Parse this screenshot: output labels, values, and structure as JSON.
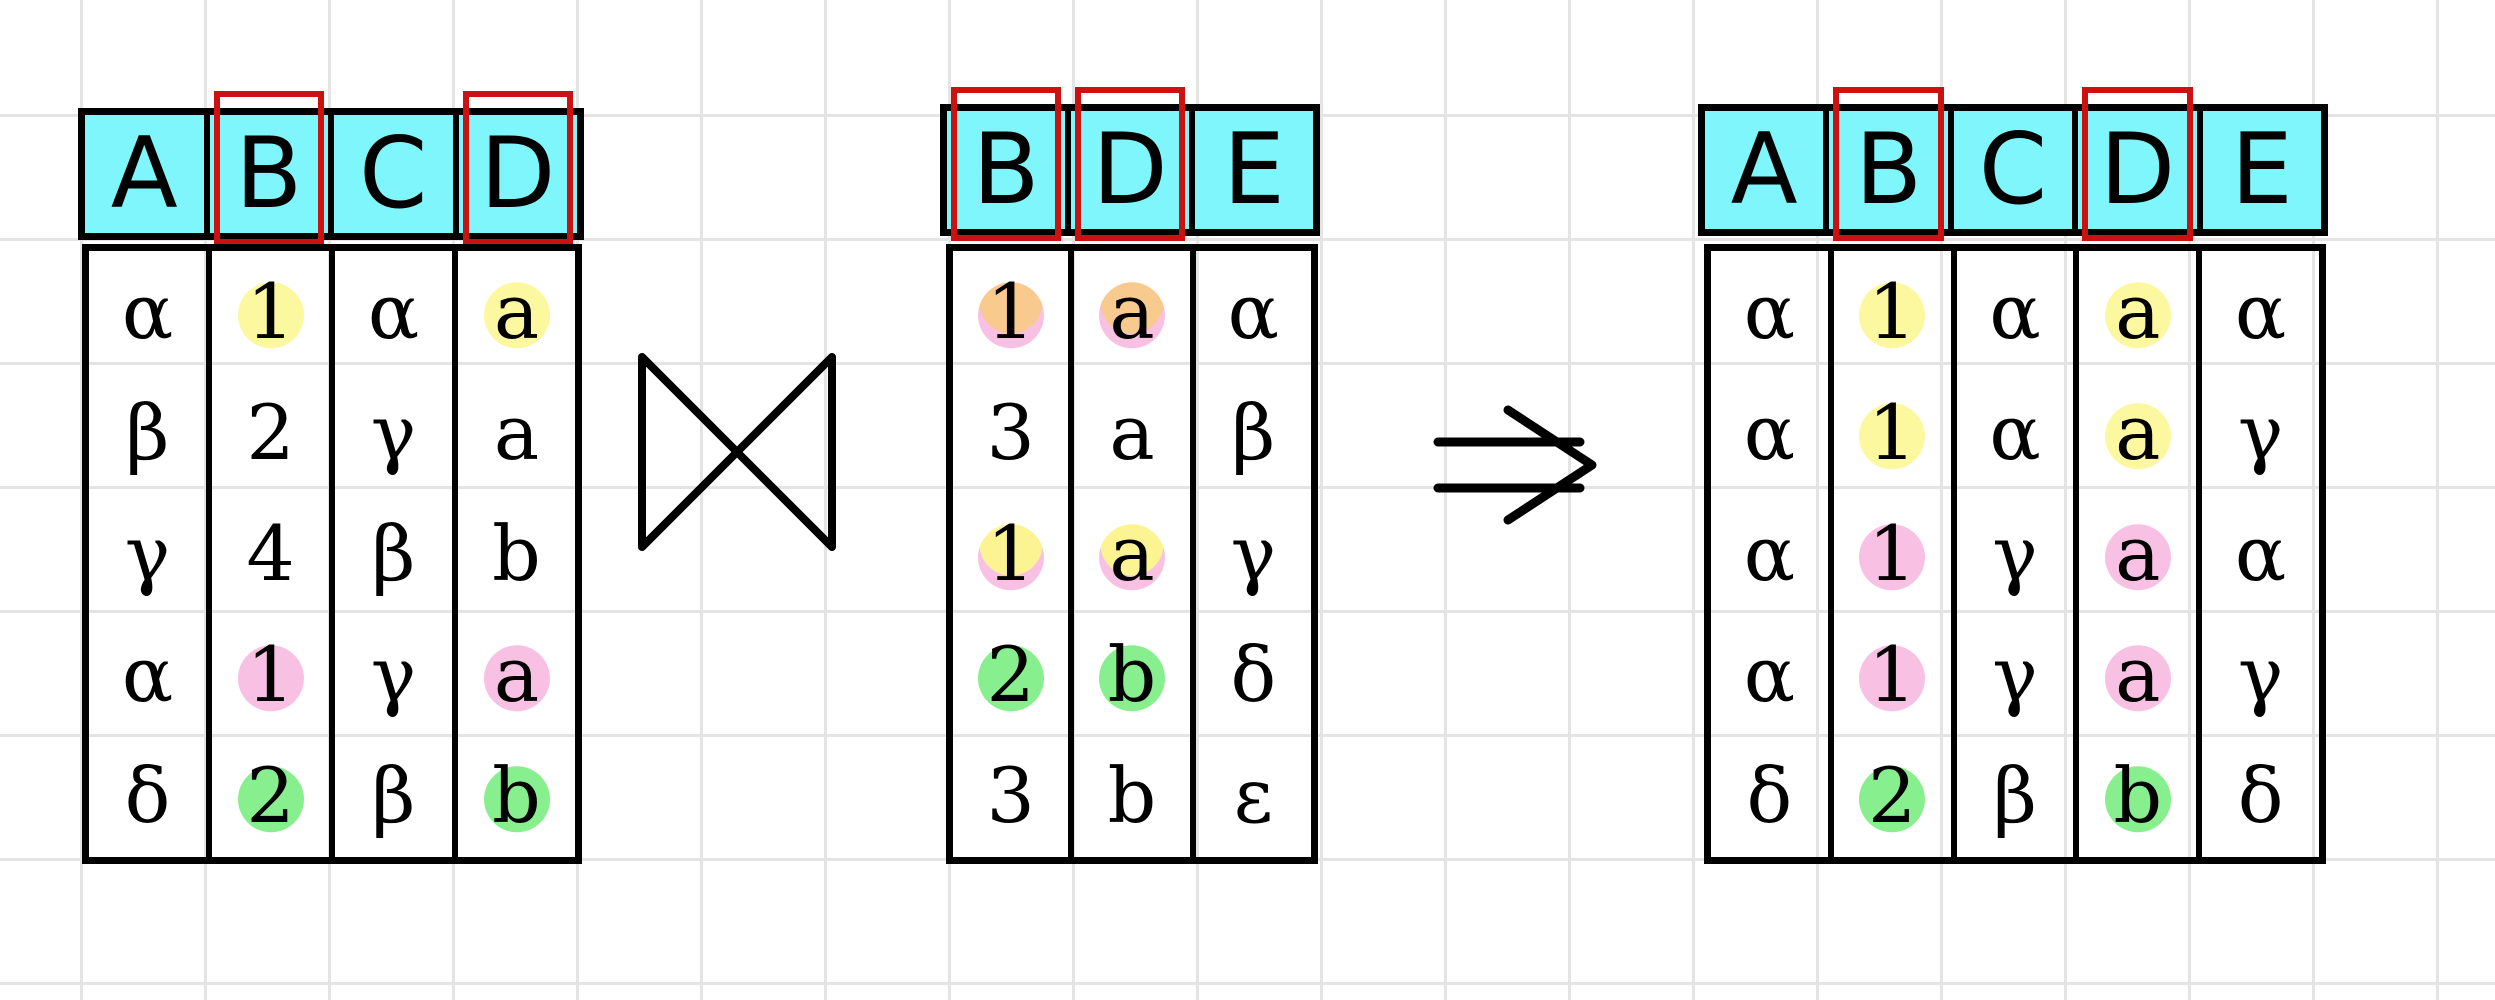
{
  "relations": [
    {
      "columns": [
        "A",
        "B",
        "C",
        "D"
      ],
      "join_keys": [
        "B",
        "D"
      ],
      "rows": [
        [
          "α",
          "1",
          "α",
          "a"
        ],
        [
          "β",
          "2",
          "γ",
          "a"
        ],
        [
          "γ",
          "4",
          "β",
          "b"
        ],
        [
          "α",
          "1",
          "γ",
          "a"
        ],
        [
          "δ",
          "2",
          "β",
          "b"
        ]
      ],
      "highlight_colors": {
        "row_1": "#fbf78f",
        "row_4": "#f7b6de",
        "row_5": "#73ec7b"
      }
    },
    {
      "columns": [
        "B",
        "D",
        "E"
      ],
      "join_keys": [
        "B",
        "D"
      ],
      "rows": [
        [
          "1",
          "a",
          "α"
        ],
        [
          "3",
          "a",
          "β"
        ],
        [
          "1",
          "a",
          "γ"
        ],
        [
          "2",
          "b",
          "δ"
        ],
        [
          "3",
          "b",
          "ε"
        ]
      ]
    },
    {
      "columns": [
        "A",
        "B",
        "C",
        "D",
        "E"
      ],
      "join_keys": [
        "B",
        "D"
      ],
      "rows": [
        [
          "α",
          "1",
          "α",
          "a",
          "α"
        ],
        [
          "α",
          "1",
          "α",
          "a",
          "γ"
        ],
        [
          "α",
          "1",
          "γ",
          "a",
          "α"
        ],
        [
          "α",
          "1",
          "γ",
          "a",
          "γ"
        ],
        [
          "δ",
          "2",
          "β",
          "b",
          "δ"
        ]
      ]
    }
  ],
  "operators": {
    "join": "natural-join-bowtie-icon",
    "result": "double-arrow-right-icon"
  },
  "colors": {
    "header_fill": "#7ff6fb",
    "key_outline": "#cc1111",
    "grid": "#e4e4e4"
  }
}
